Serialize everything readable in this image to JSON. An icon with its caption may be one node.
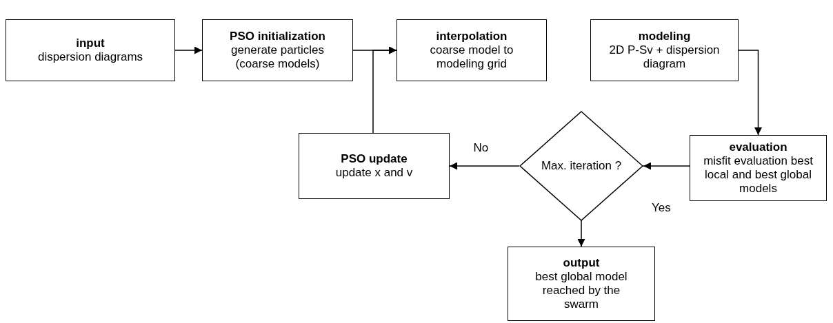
{
  "diagram": {
    "nodes": [
      {
        "text": [
          "input",
          "dispersion diagrams"
        ]
      },
      {
        "text": [
          "PSO initialization",
          "generate  particles (coarse models)"
        ]
      },
      {
        "text": [
          "interpolation",
          "coarse model to modeling grid"
        ]
      },
      {
        "text": [
          "modeling",
          "2D P-Sv + dispersion diagram"
        ]
      },
      {
        "text": [
          "evaluation",
          "misfit evaluation best local and best global models"
        ]
      },
      {
        "text": [
          "Max. iteration ?"
        ]
      },
      {
        "text": [
          "PSO update",
          "update x and v"
        ]
      },
      {
        "text": [
          "output",
          "best global model reached by the swarm"
        ]
      }
    ],
    "edges": [
      {
        "from": 0,
        "to": 1,
        "arrow": "to"
      },
      {
        "from": 1,
        "to": 2,
        "arrow": "to"
      },
      {
        "from": 6,
        "to": 2,
        "arrow": "to"
      },
      {
        "from": 3,
        "to": 4,
        "arrow": "to"
      },
      {
        "from": 4,
        "to": 5,
        "arrow": "to"
      },
      {
        "from": 5,
        "to": 6,
        "arrow": "to",
        "label": "No"
      },
      {
        "from": 5,
        "to": 7,
        "arrow": "to",
        "label": "Yes"
      }
    ]
  }
}
